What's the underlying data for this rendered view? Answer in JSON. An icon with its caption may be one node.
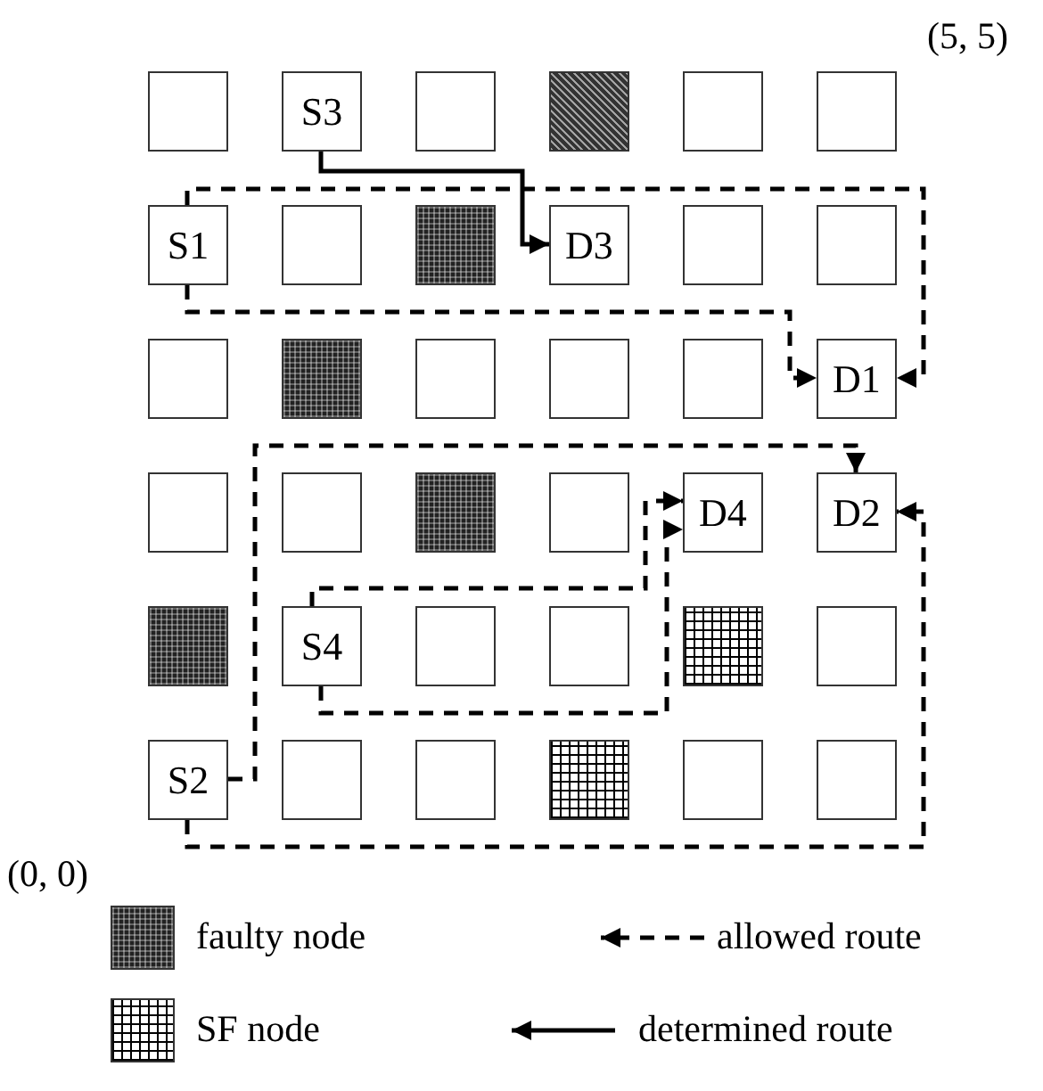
{
  "diagram": {
    "nodes": [
      {
        "text": [],
        "shape": "box"
      },
      {
        "text": [
          "S3"
        ]
      },
      {
        "text": [],
        "shape": "box"
      },
      {
        "text": [],
        "shape": "box"
      },
      {
        "text": [],
        "shape": "box"
      },
      {
        "text": [],
        "shape": "box"
      },
      {
        "text": [
          "S1"
        ]
      },
      {
        "text": [],
        "shape": "box"
      },
      {
        "text": [],
        "shape": "box"
      },
      {
        "text": [
          "D3"
        ]
      },
      {
        "text": [],
        "shape": "box"
      },
      {
        "text": [],
        "shape": "box"
      },
      {
        "text": [],
        "shape": "box"
      },
      {
        "text": [],
        "shape": "box"
      },
      {
        "text": [],
        "shape": "box"
      },
      {
        "text": [],
        "shape": "box"
      },
      {
        "text": [],
        "shape": "box"
      },
      {
        "text": [
          "D1"
        ]
      },
      {
        "text": [],
        "shape": "box"
      },
      {
        "text": [],
        "shape": "box"
      },
      {
        "text": [],
        "shape": "box"
      },
      {
        "text": [],
        "shape": "box"
      },
      {
        "text": [
          "D4"
        ]
      },
      {
        "text": [
          "D2"
        ]
      },
      {
        "text": [],
        "shape": "box"
      },
      {
        "text": [
          "S4"
        ]
      },
      {
        "text": [],
        "shape": "box"
      },
      {
        "text": [],
        "shape": "box"
      },
      {
        "text": [],
        "shape": "box"
      },
      {
        "text": [],
        "shape": "box"
      },
      {
        "text": [
          "S2"
        ]
      },
      {
        "text": [],
        "shape": "box"
      },
      {
        "text": [],
        "shape": "box"
      },
      {
        "text": [],
        "shape": "box"
      },
      {
        "text": [],
        "shape": "box"
      },
      {
        "text": [],
        "shape": "box"
      }
    ],
    "edges": [
      {
        "from": 1,
        "to": 9,
        "arrow": "to"
      },
      {
        "from": 6,
        "to": 17,
        "arrow": "to",
        "style": "dashed"
      },
      {
        "from": 6,
        "to": 17,
        "arrow": "to",
        "style": "dashed"
      },
      {
        "from": 30,
        "to": 23,
        "arrow": "to",
        "style": "dashed"
      },
      {
        "from": 30,
        "to": 23,
        "arrow": "to",
        "style": "dashed"
      },
      {
        "from": 25,
        "to": 22,
        "arrow": "to",
        "style": "dashed"
      },
      {
        "from": 25,
        "to": 22,
        "arrow": "to",
        "style": "dashed"
      }
    ],
    "labels": [
      "(5, 5)",
      "(0, 0)"
    ],
    "legend": [
      {
        "text": "faulty node"
      },
      {
        "text": "allowed route"
      },
      {
        "text": "SF node"
      },
      {
        "text": "determined route"
      }
    ]
  }
}
